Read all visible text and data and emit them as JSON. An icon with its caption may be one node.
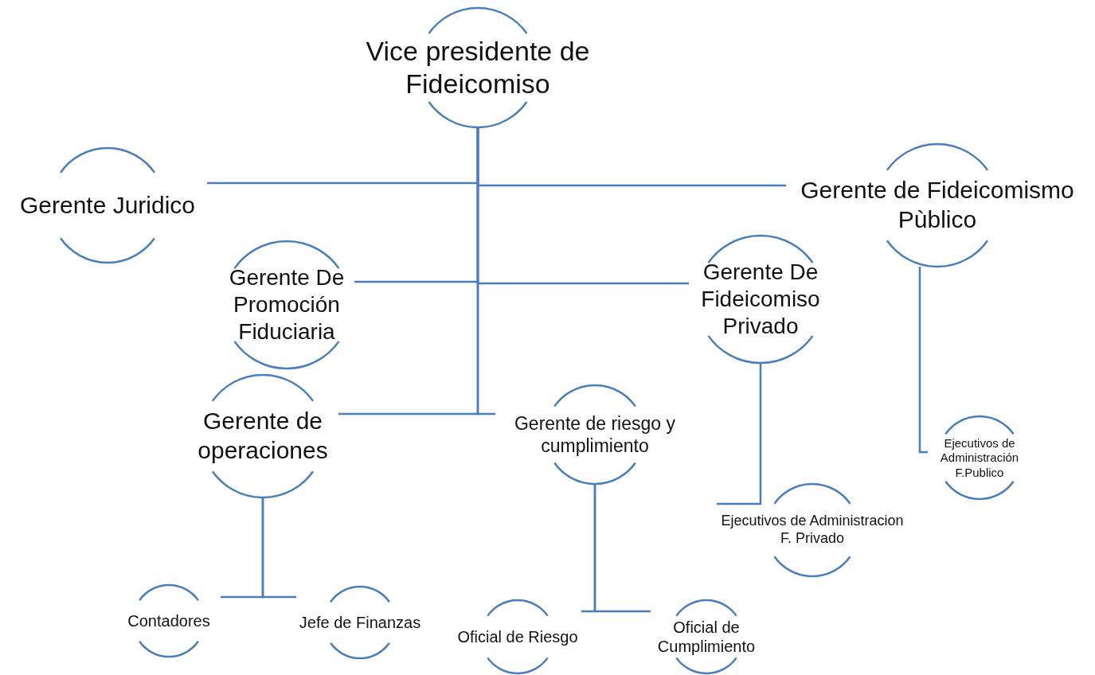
{
  "diagram": {
    "nodes": [
      {
        "text": [
          "Vice presidente de Fideicomiso"
        ]
      },
      {
        "text": [
          "Gerente Juridico"
        ]
      },
      {
        "text": [
          "Gerente de Fideicomismo Pùblico"
        ]
      },
      {
        "text": [
          "Gerente De Promoción Fiduciaria"
        ]
      },
      {
        "text": [
          "Gerente De Fideicomiso Privado"
        ]
      },
      {
        "text": [
          "Gerente de operaciones"
        ]
      },
      {
        "text": [
          "Gerente de riesgo y cumplimiento"
        ]
      },
      {
        "text": [
          "Ejecutivos de Administracion F. Privado"
        ]
      },
      {
        "text": [
          "Ejecutivos de Administración F.Publico"
        ]
      },
      {
        "text": [
          "Contadores"
        ]
      },
      {
        "text": [
          "Jefe de Finanzas"
        ]
      },
      {
        "text": [
          "Oficial de Riesgo"
        ]
      },
      {
        "text": [
          "Oficial de Cumplimiento"
        ]
      }
    ],
    "edges": [
      {
        "from": 0,
        "to": 1,
        "arrow": "none"
      },
      {
        "from": 0,
        "to": 2,
        "arrow": "none"
      },
      {
        "from": 0,
        "to": 3,
        "arrow": "none"
      },
      {
        "from": 0,
        "to": 4,
        "arrow": "none"
      },
      {
        "from": 0,
        "to": 5,
        "arrow": "none"
      },
      {
        "from": 0,
        "to": 6,
        "arrow": "none"
      },
      {
        "from": 2,
        "to": 8,
        "arrow": "none"
      },
      {
        "from": 4,
        "to": 7,
        "arrow": "none"
      },
      {
        "from": 5,
        "to": 9,
        "arrow": "none"
      },
      {
        "from": 5,
        "to": 10,
        "arrow": "none"
      },
      {
        "from": 6,
        "to": 11,
        "arrow": "none"
      },
      {
        "from": 6,
        "to": 12,
        "arrow": "none"
      }
    ]
  }
}
